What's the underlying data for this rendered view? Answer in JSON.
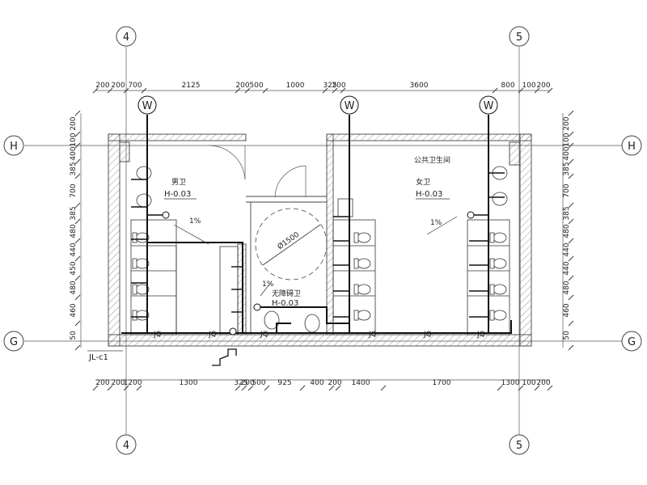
{
  "grid": {
    "top_4": "4",
    "top_5": "5",
    "bot_4": "4",
    "bot_5": "5",
    "left_H": "H",
    "right_H": "H",
    "left_G": "G",
    "right_G": "G"
  },
  "top_dims": [
    "200",
    "200",
    "700",
    "2125",
    "200",
    "500",
    "1000",
    "325",
    "200",
    "3600",
    "800",
    "100",
    "200"
  ],
  "bottom_dims": [
    "200",
    "200",
    "1200",
    "1300",
    "325",
    "200",
    "500",
    "925",
    "400",
    "200",
    "1400",
    "1700",
    "1300",
    "100",
    "200"
  ],
  "left_dims": [
    "200",
    "100",
    "400",
    "385",
    "700",
    "385",
    "480",
    "440",
    "450",
    "480",
    "460",
    "50"
  ],
  "right_dims": [
    "200",
    "100",
    "400",
    "385",
    "700",
    "385",
    "480",
    "440",
    "440",
    "480",
    "460",
    "50"
  ],
  "risers": [
    "W",
    "W",
    "W"
  ],
  "rooms": {
    "men_name": "男卫",
    "men_level": "H-0.03",
    "women_name": "女卫",
    "women_level": "H-0.03",
    "accessible_name": "无障碍卫",
    "accessible_level": "H-0.03",
    "public_name": "公共卫生间"
  },
  "slopes": [
    "1%",
    "1%",
    "1%"
  ],
  "turning_circle": "Ø1500",
  "drain_marks": [
    "JQ",
    "JQ",
    "JQ",
    "JQ",
    "JQ",
    "JQ"
  ],
  "detail_label": "JL-c1"
}
